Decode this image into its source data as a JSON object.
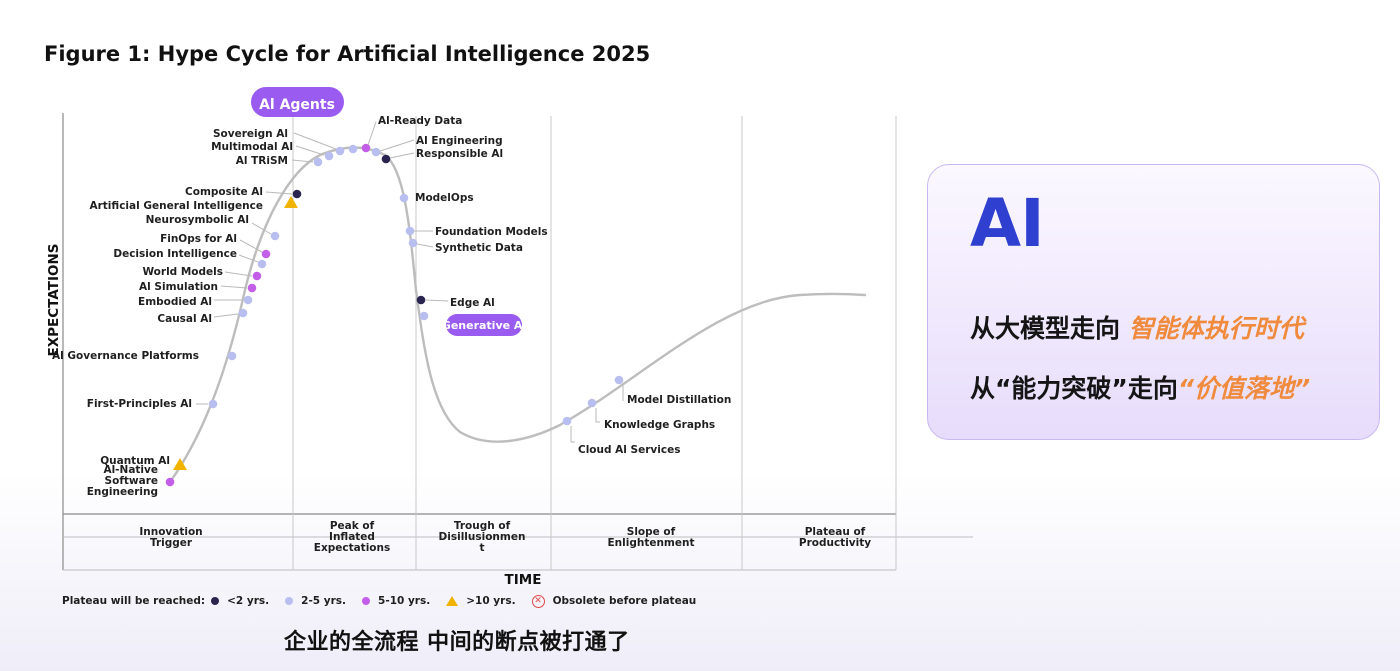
{
  "figure_title": "Figure 1: Hype Cycle for Artificial Intelligence 2025",
  "colors": {
    "lt2": "#2a2550",
    "y2to5": "#b8bff0",
    "y5to10": "#c35ee8",
    "gt10": "#f0b400",
    "obsolete": "#e04848",
    "curve": "#bdbdbd",
    "highlight_pill": "#9a5cf0",
    "card_accent": "#2f3fcf",
    "card_highlight": "#f08a3c"
  },
  "y_axis_label": "EXPECTATIONS",
  "x_axis_label": "TIME",
  "phases": [
    [
      "Innovation",
      "Trigger"
    ],
    [
      "Peak of",
      "Inflated",
      "Expectations"
    ],
    [
      "Trough of",
      "Disillusionmen",
      "t"
    ],
    [
      "Slope of",
      "Enlightenment"
    ],
    [
      "Plateau of",
      "Productivity"
    ]
  ],
  "legend": {
    "title": "Plateau will be reached:",
    "items": [
      {
        "label": "<2 yrs.",
        "marker": "dot",
        "color": "#2a2550"
      },
      {
        "label": "2-5 yrs.",
        "marker": "dot",
        "color": "#b8bff0"
      },
      {
        "label": "5-10 yrs.",
        "marker": "dot",
        "color": "#c35ee8"
      },
      {
        "label": ">10 yrs.",
        "marker": "triangle",
        "color": "#f0b400"
      },
      {
        "label": "Obsolete before plateau",
        "marker": "obsolete",
        "color": "#e04848"
      }
    ]
  },
  "technologies": [
    {
      "name": "Al-Native Software Engineering",
      "category": "5-10 yrs."
    },
    {
      "name": "Quantum Al",
      "category": ">10 yrs."
    },
    {
      "name": "First-Principles Al",
      "category": "2-5 yrs."
    },
    {
      "name": "Al Governance Platforms",
      "category": "2-5 yrs."
    },
    {
      "name": "Causal Al",
      "category": "2-5 yrs."
    },
    {
      "name": "Embodied Al",
      "category": "2-5 yrs."
    },
    {
      "name": "Al Simulation",
      "category": "5-10 yrs."
    },
    {
      "name": "World Models",
      "category": "5-10 yrs."
    },
    {
      "name": "Decision Intelligence",
      "category": "2-5 yrs."
    },
    {
      "name": "FinOps for Al",
      "category": "5-10 yrs."
    },
    {
      "name": "Neurosymbolic Al",
      "category": "2-5 yrs."
    },
    {
      "name": "Artificial General Intelligence",
      "category": ">10 yrs."
    },
    {
      "name": "Composite Al",
      "category": "<2 yrs."
    },
    {
      "name": "Al TRiSM",
      "category": "2-5 yrs."
    },
    {
      "name": "Multimodal Al",
      "category": "2-5 yrs."
    },
    {
      "name": "Sovereign Al",
      "category": "2-5 yrs."
    },
    {
      "name": "Al Agents",
      "category": "2-5 yrs.",
      "highlight": true
    },
    {
      "name": "Al-Ready Data",
      "category": "5-10 yrs."
    },
    {
      "name": "Al Engineering",
      "category": "2-5 yrs."
    },
    {
      "name": "Responsible Al",
      "category": "<2 yrs."
    },
    {
      "name": "ModelOps",
      "category": "2-5 yrs."
    },
    {
      "name": "Foundation Models",
      "category": "2-5 yrs."
    },
    {
      "name": "Synthetic Data",
      "category": "2-5 yrs."
    },
    {
      "name": "Edge Al",
      "category": "<2 yrs."
    },
    {
      "name": "Generative Al",
      "category": "2-5 yrs.",
      "highlight": true
    },
    {
      "name": "Cloud Al Services",
      "category": "2-5 yrs."
    },
    {
      "name": "Knowledge Graphs",
      "category": "2-5 yrs."
    },
    {
      "name": "Model Distillation",
      "category": "2-5 yrs."
    }
  ],
  "card": {
    "big": "AI",
    "line1_pre": "从大模型走向 ",
    "line1_hl": "智能体执行时代",
    "line2_pre": "从“能力突破”走向",
    "line2_hl": "“价值落地”"
  },
  "caption": "企业的全流程 中间的断点被打通了"
}
